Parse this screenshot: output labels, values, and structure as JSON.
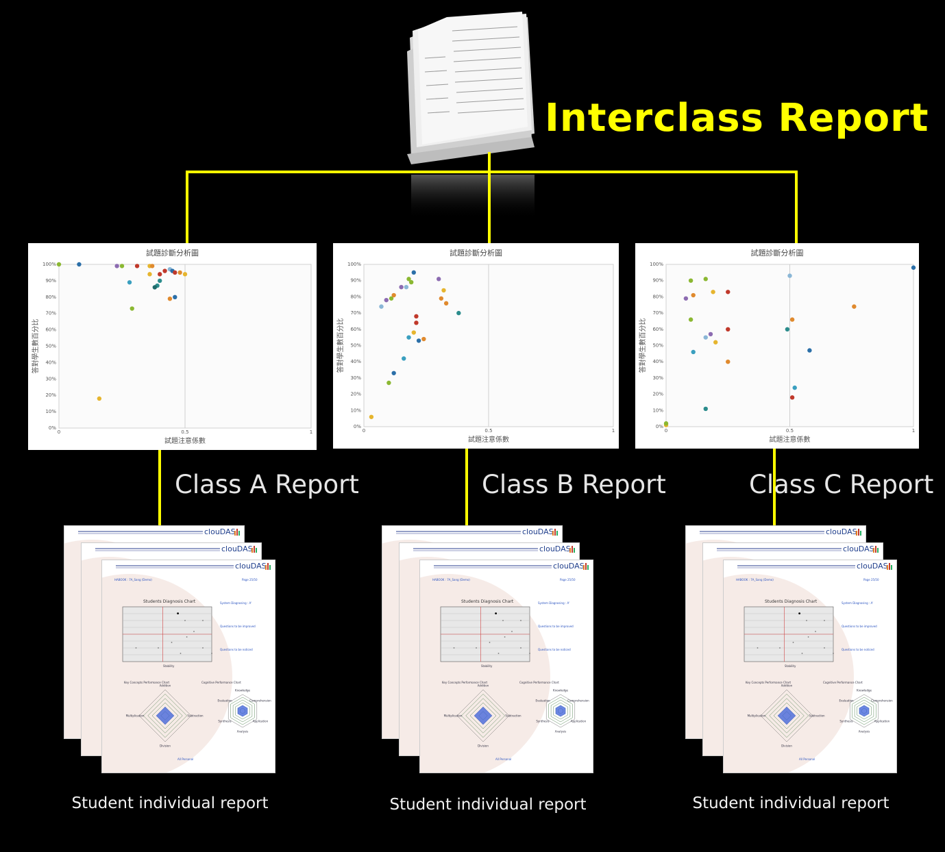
{
  "title": "Interclass Report",
  "class_reports": [
    {
      "label": "Class A Report",
      "caption": "Student individual report"
    },
    {
      "label": "Class B Report",
      "caption": "Student individual report"
    },
    {
      "label": "Class C Report",
      "caption": "Student individual report"
    }
  ],
  "colors": {
    "connector": "#ffff00",
    "title": "#ffff00",
    "labels": "#e6e6e6",
    "background": "#000000"
  },
  "icons": [
    "paper-stack-icon",
    "clouDAS-logo"
  ],
  "chart_common": {
    "title": "試題診斷分析圖",
    "xlabel": "試題注意係數",
    "ylabel": "答對學生數百分比",
    "x_ticks": [
      "0",
      "0.5",
      "1"
    ],
    "y_ticks": [
      "0%",
      "10%",
      "20%",
      "30%",
      "40%",
      "50%",
      "60%",
      "70%",
      "80%",
      "90%",
      "100%"
    ]
  },
  "student_report": {
    "logo": "clouDAS",
    "class_name": "HABOOK : 7A_Sang (Demo)",
    "page": "Page 25/50",
    "diagnosis_chart_title": "Students Diagnosis Chart",
    "diagnosis_x_label": "Stability",
    "diagnosis_text": "System Diagnosing : A'",
    "improve_label": "Questions to be improved",
    "notice_label": "Questions to be noticed",
    "key_concepts_title": "Key Concepts Performance Chart",
    "cognitive_title": "Cognitive Performance Chart",
    "key_axes": [
      "Addition",
      "Subtraction",
      "Division",
      "Multiplication"
    ],
    "cognitive_axes": [
      "Knowledge",
      "Comprehension",
      "Application",
      "Analysis",
      "Synthesis",
      "Evaluation"
    ],
    "legend": "All  Personal"
  },
  "chart_data": [
    {
      "type": "scatter",
      "title": "試題診斷分析圖",
      "xlabel": "試題注意係數",
      "ylabel": "答對學生數百分比",
      "xlim": [
        0,
        1
      ],
      "ylim": [
        0,
        100
      ],
      "points": [
        {
          "x": 0.0,
          "y": 100,
          "color": "#8bb832"
        },
        {
          "x": 0.08,
          "y": 100,
          "color": "#2b6fa8"
        },
        {
          "x": 0.23,
          "y": 99,
          "color": "#8c6bb1"
        },
        {
          "x": 0.25,
          "y": 99,
          "color": "#8bb832"
        },
        {
          "x": 0.31,
          "y": 99,
          "color": "#c0392b"
        },
        {
          "x": 0.36,
          "y": 99,
          "color": "#e6b52e"
        },
        {
          "x": 0.37,
          "y": 99,
          "color": "#e08a2e"
        },
        {
          "x": 0.44,
          "y": 97,
          "color": "#8ab6d6"
        },
        {
          "x": 0.45,
          "y": 96,
          "color": "#2b6fa8"
        },
        {
          "x": 0.46,
          "y": 95,
          "color": "#c0392b"
        },
        {
          "x": 0.48,
          "y": 95,
          "color": "#e08a2e"
        },
        {
          "x": 0.5,
          "y": 94,
          "color": "#e6b52e"
        },
        {
          "x": 0.36,
          "y": 94,
          "color": "#e6b52e"
        },
        {
          "x": 0.42,
          "y": 96,
          "color": "#c0392b"
        },
        {
          "x": 0.4,
          "y": 94,
          "color": "#c0392b"
        },
        {
          "x": 0.28,
          "y": 89,
          "color": "#3a9fbf"
        },
        {
          "x": 0.4,
          "y": 90,
          "color": "#2b8c8c"
        },
        {
          "x": 0.39,
          "y": 87,
          "color": "#2b8c8c"
        },
        {
          "x": 0.38,
          "y": 86,
          "color": "#1f6b6b"
        },
        {
          "x": 0.46,
          "y": 80,
          "color": "#2b6fa8"
        },
        {
          "x": 0.44,
          "y": 79,
          "color": "#e08a2e"
        },
        {
          "x": 0.29,
          "y": 73,
          "color": "#8bb832"
        },
        {
          "x": 0.16,
          "y": 18,
          "color": "#e6b52e"
        }
      ]
    },
    {
      "type": "scatter",
      "title": "試題診斷分析圖",
      "xlabel": "試題注意係數",
      "ylabel": "答對學生數百分比",
      "xlim": [
        0,
        1
      ],
      "ylim": [
        0,
        100
      ],
      "points": [
        {
          "x": 0.03,
          "y": 6,
          "color": "#e6b52e"
        },
        {
          "x": 0.1,
          "y": 27,
          "color": "#8bb832"
        },
        {
          "x": 0.12,
          "y": 33,
          "color": "#2b6fa8"
        },
        {
          "x": 0.16,
          "y": 42,
          "color": "#3a9fbf"
        },
        {
          "x": 0.18,
          "y": 55,
          "color": "#3a9fbf"
        },
        {
          "x": 0.2,
          "y": 58,
          "color": "#e6b52e"
        },
        {
          "x": 0.22,
          "y": 53,
          "color": "#2b6fa8"
        },
        {
          "x": 0.24,
          "y": 54,
          "color": "#e08a2e"
        },
        {
          "x": 0.21,
          "y": 64,
          "color": "#c0392b"
        },
        {
          "x": 0.21,
          "y": 68,
          "color": "#c0392b"
        },
        {
          "x": 0.07,
          "y": 74,
          "color": "#8ab6d6"
        },
        {
          "x": 0.09,
          "y": 78,
          "color": "#8c6bb1"
        },
        {
          "x": 0.11,
          "y": 79,
          "color": "#8bb832"
        },
        {
          "x": 0.12,
          "y": 81,
          "color": "#e08a2e"
        },
        {
          "x": 0.15,
          "y": 86,
          "color": "#8c6bb1"
        },
        {
          "x": 0.17,
          "y": 86,
          "color": "#8ab6d6"
        },
        {
          "x": 0.19,
          "y": 89,
          "color": "#8bb832"
        },
        {
          "x": 0.18,
          "y": 91,
          "color": "#8bb832"
        },
        {
          "x": 0.2,
          "y": 95,
          "color": "#2b6fa8"
        },
        {
          "x": 0.3,
          "y": 91,
          "color": "#8c6bb1"
        },
        {
          "x": 0.32,
          "y": 84,
          "color": "#e6b52e"
        },
        {
          "x": 0.31,
          "y": 79,
          "color": "#e08a2e"
        },
        {
          "x": 0.33,
          "y": 76,
          "color": "#e08a2e"
        },
        {
          "x": 0.38,
          "y": 70,
          "color": "#2b8c8c"
        }
      ]
    },
    {
      "type": "scatter",
      "title": "試題診斷分析圖",
      "xlabel": "試題注意係數",
      "ylabel": "答對學生數百分比",
      "xlim": [
        0,
        1
      ],
      "ylim": [
        0,
        100
      ],
      "points": [
        {
          "x": 0.0,
          "y": 1,
          "color": "#e6b52e"
        },
        {
          "x": 0.0,
          "y": 2,
          "color": "#8bb832"
        },
        {
          "x": 0.16,
          "y": 11,
          "color": "#2b8c8c"
        },
        {
          "x": 0.11,
          "y": 46,
          "color": "#3a9fbf"
        },
        {
          "x": 0.16,
          "y": 55,
          "color": "#8ab6d6"
        },
        {
          "x": 0.18,
          "y": 57,
          "color": "#8c6bb1"
        },
        {
          "x": 0.2,
          "y": 52,
          "color": "#e6b52e"
        },
        {
          "x": 0.1,
          "y": 66,
          "color": "#8bb832"
        },
        {
          "x": 0.08,
          "y": 79,
          "color": "#8c6bb1"
        },
        {
          "x": 0.11,
          "y": 81,
          "color": "#e08a2e"
        },
        {
          "x": 0.1,
          "y": 90,
          "color": "#8bb832"
        },
        {
          "x": 0.16,
          "y": 91,
          "color": "#8bb832"
        },
        {
          "x": 0.19,
          "y": 83,
          "color": "#e6b52e"
        },
        {
          "x": 0.25,
          "y": 83,
          "color": "#c0392b"
        },
        {
          "x": 0.25,
          "y": 60,
          "color": "#c0392b"
        },
        {
          "x": 0.25,
          "y": 40,
          "color": "#e08a2e"
        },
        {
          "x": 0.5,
          "y": 93,
          "color": "#8ab6d6"
        },
        {
          "x": 0.49,
          "y": 60,
          "color": "#2b8c8c"
        },
        {
          "x": 0.51,
          "y": 66,
          "color": "#e08a2e"
        },
        {
          "x": 0.58,
          "y": 47,
          "color": "#2b6fa8"
        },
        {
          "x": 0.52,
          "y": 24,
          "color": "#3a9fbf"
        },
        {
          "x": 0.51,
          "y": 18,
          "color": "#c0392b"
        },
        {
          "x": 0.76,
          "y": 74,
          "color": "#e08a2e"
        },
        {
          "x": 1.0,
          "y": 98,
          "color": "#2b6fa8"
        }
      ]
    }
  ]
}
